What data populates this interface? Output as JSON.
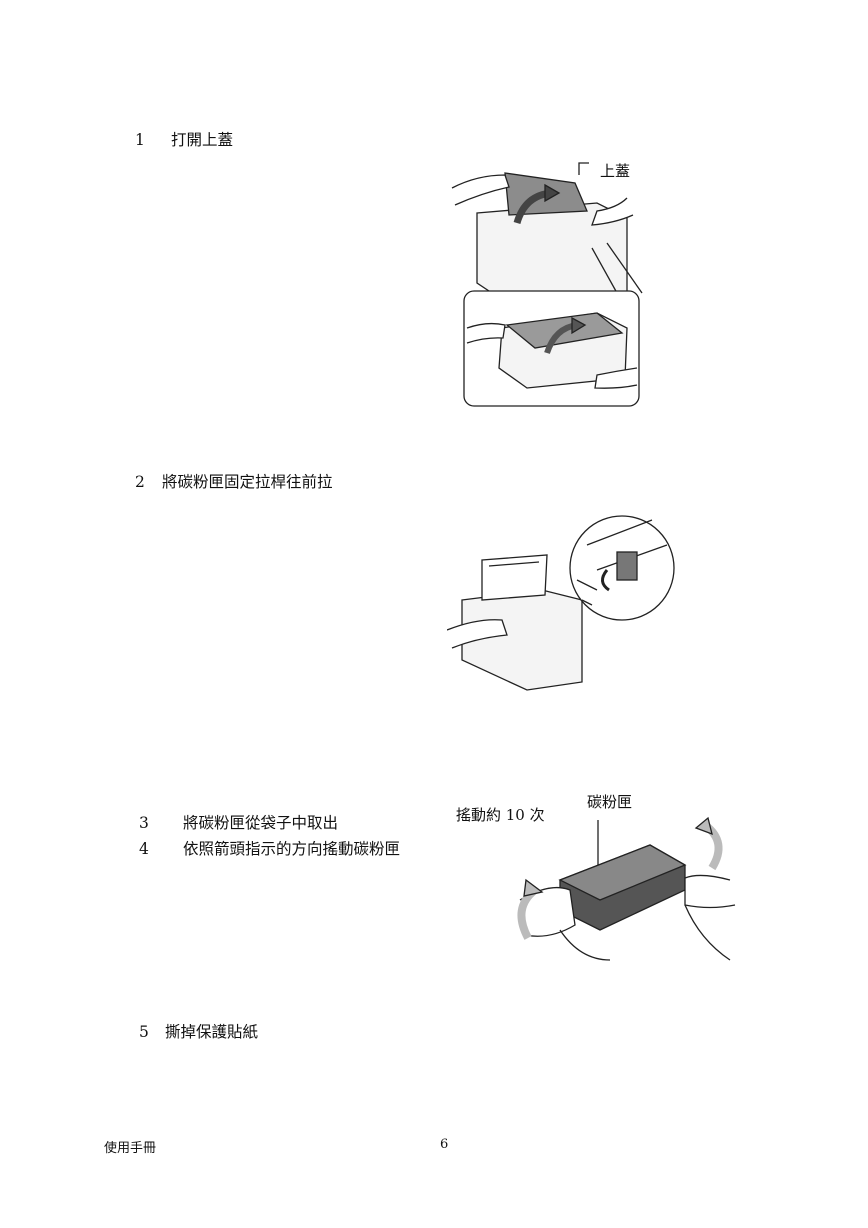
{
  "steps": [
    {
      "num": "1",
      "text": "打開上蓋"
    },
    {
      "num": "2",
      "text": "將碳粉匣固定拉桿往前拉"
    },
    {
      "num": "3",
      "text": "將碳粉匣從袋子中取出"
    },
    {
      "num": "4",
      "text": "依照箭頭指示的方向搖動碳粉匣"
    },
    {
      "num": "5",
      "text": "撕掉保護貼紙"
    }
  ],
  "figures": {
    "top_cover_label": "上蓋",
    "shake_label": "搖動約 10 次",
    "cartridge_label": "碳粉匣"
  },
  "footer": {
    "manual": "使用手冊",
    "page": "6"
  }
}
